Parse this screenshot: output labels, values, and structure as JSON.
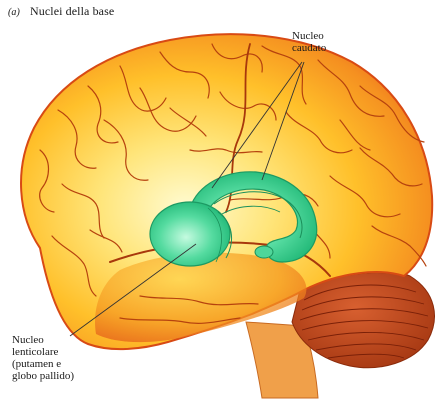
{
  "figure": {
    "panel_tag": "(a)",
    "title": "Nuclei della base"
  },
  "labels": {
    "caudate": [
      "Nucleo",
      "caudato"
    ],
    "lenticular": [
      "Nucleo",
      "lenticolare",
      "(putamen e",
      "globo pallido)"
    ]
  },
  "colors": {
    "cortex_light": "#fff7b0",
    "cortex_mid": "#ffcc33",
    "cortex_dark": "#f08a1a",
    "cortex_edge": "#e8541a",
    "sulci": "#b8440e",
    "cerebellum": "#c8461c",
    "basal_ganglia": "#35d08c",
    "basal_ganglia_light": "#a8f5d0",
    "leader_line": "#333333"
  }
}
